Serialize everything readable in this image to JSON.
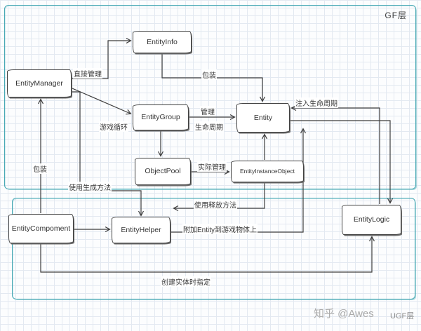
{
  "diagram": {
    "gf_layer_label": "GF层",
    "ugf_layer_label": "UGF层",
    "nodes": {
      "entity_manager": "EntityManager",
      "entity_info": "EntityInfo",
      "entity_group": "EntityGroup",
      "object_pool": "ObjectPool",
      "entity_instance_object": "EntityInstanceObject",
      "entity": "Entity",
      "entity_compoment": "EntityCompoment",
      "entity_helper": "EntityHelper",
      "entity_logic": "EntityLogic"
    },
    "edge_labels": {
      "direct_manage": "直接管理",
      "wrap_top": "包装",
      "game_loop": "游戏循环",
      "manage": "管理",
      "lifecycle": "生命周期",
      "actual_manage": "实际管理",
      "inject_lifecycle": "注入生命周期",
      "wrap_left": "包装",
      "use_spawn": "使用生成方法",
      "use_release": "使用释放方法",
      "attach_entity": "附加Entity到游戏物体上",
      "assign_on_create": "创建实体时指定"
    }
  },
  "watermark": "知乎 @Awes",
  "colors": {
    "container_border": "#46a8b4",
    "line": "#3c3c3c",
    "grid": "#e3e9f1",
    "node_border": "#424242",
    "watermark": "#ababab"
  }
}
